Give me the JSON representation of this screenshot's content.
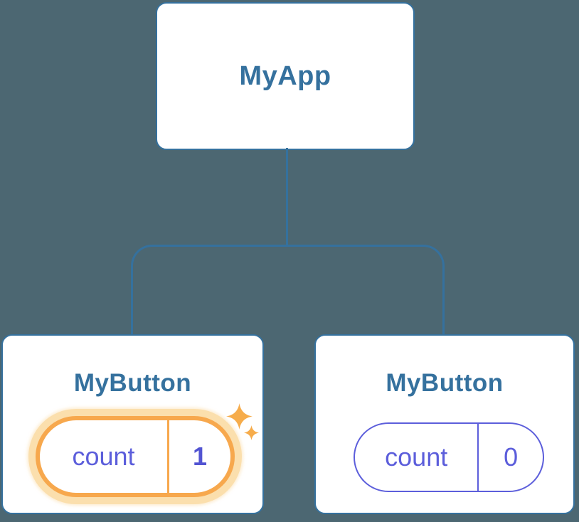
{
  "tree": {
    "root": {
      "label": "MyApp"
    },
    "children": [
      {
        "label": "MyButton",
        "state": {
          "name": "count",
          "value": "1"
        },
        "highlighted": true,
        "note": "state-just-updated (orange highlight with sparkles)"
      },
      {
        "label": "MyButton",
        "state": {
          "name": "count",
          "value": "0"
        },
        "highlighted": false
      }
    ]
  },
  "icons": {
    "sparkle_large": "four-point-star",
    "sparkle_small": "four-point-star"
  },
  "colors": {
    "background": "#4C6772",
    "node_stroke": "#35719E",
    "node_fill": "#FFFFFF",
    "state_purple": "#5C5EDB",
    "state_value_purple": "#5254D2",
    "highlight_orange": "#F7A84D",
    "highlight_glow": "#FBDFAD",
    "sparkle_orange": "#F6AC4B"
  }
}
